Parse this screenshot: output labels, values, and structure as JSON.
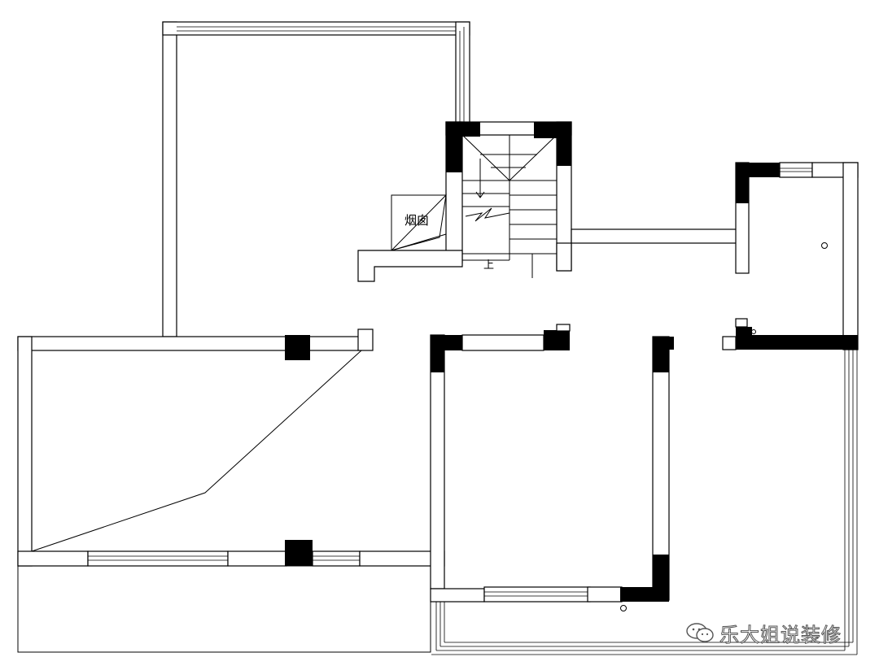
{
  "plan": {
    "chimney_label": "烟囱",
    "stair_up_label": "上"
  },
  "watermark": {
    "text": "乐大姐说装修",
    "icon": "wechat-icon",
    "color": "#555555"
  }
}
